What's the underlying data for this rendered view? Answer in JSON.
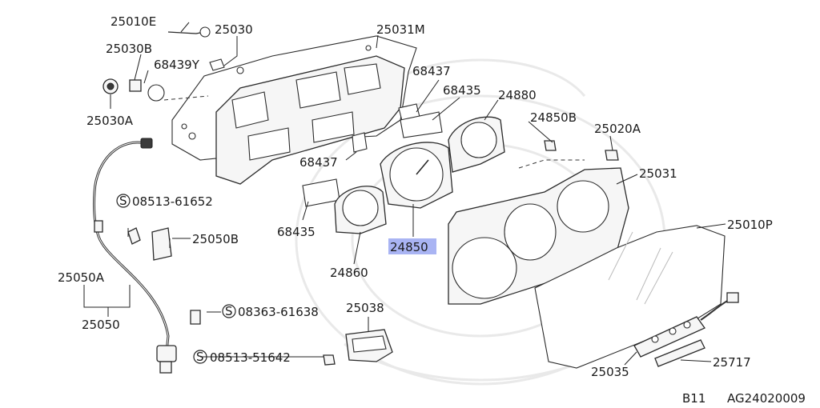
{
  "diagram": {
    "labels": {
      "p25010E": "25010E",
      "p25030": "25030",
      "p25031M": "25031M",
      "p25030B": "25030B",
      "p68439Y": "68439Y",
      "p25030A": "25030A",
      "p68437a": "68437",
      "p68435a": "68435",
      "p24880": "24880",
      "p24850B": "24850B",
      "p25020A": "25020A",
      "p68437b": "68437",
      "pS08513_61652": "08513-61652",
      "p25031": "25031",
      "p68435b": "68435",
      "p25050B": "25050B",
      "p24850": "24850",
      "p25010P": "25010P",
      "p25050A": "25050A",
      "p24860": "24860",
      "pS08363_61638": "08363-61638",
      "p25038": "25038",
      "p25050": "25050",
      "pS08513_51642": "08513-51642",
      "p25035": "25035",
      "p25717": "25717"
    },
    "screw_symbol": "S",
    "highlight_color": "#a9b4f3",
    "footer": {
      "code1": "B11",
      "code2": "AG24020009"
    }
  }
}
